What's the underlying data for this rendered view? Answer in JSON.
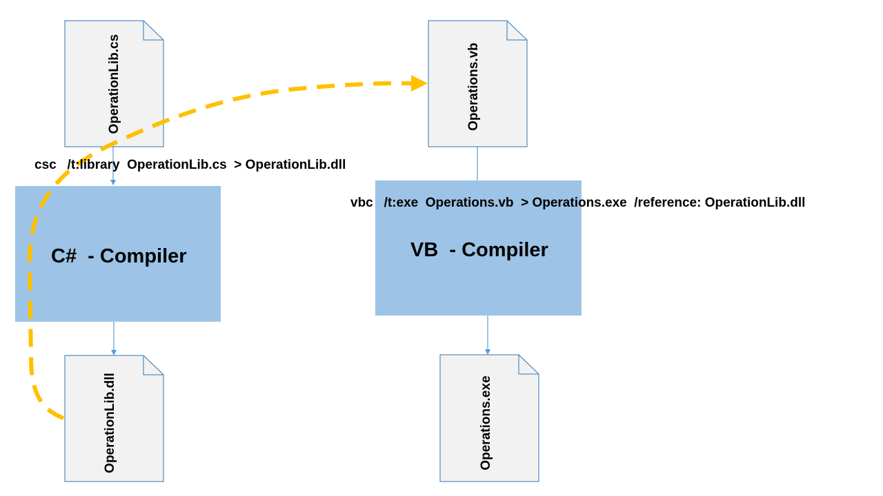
{
  "documents": {
    "source_cs": "OperationLib.cs",
    "source_vb": "Operations.vb",
    "output_dll": "OperationLib.dll",
    "output_exe": "Operations.exe"
  },
  "compilers": {
    "csharp": "C#  - Compiler",
    "vb": "VB  - Compiler"
  },
  "commands": {
    "csc": "csc   /t:library  OperationLib.cs  > OperationLib.dll",
    "vbc": "vbc   /t:exe  Operations.vb  > Operations.exe  /reference: OperationLib.dll"
  },
  "colors": {
    "compiler_fill": "#9dc3e6",
    "document_fill": "#f2f2f2",
    "document_border": "#2e75b6",
    "reference_arrow": "#ffc000",
    "connector": "#5b9bd5"
  }
}
